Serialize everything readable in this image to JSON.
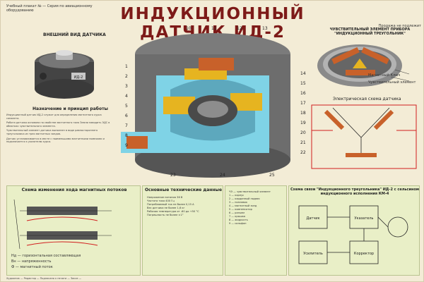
{
  "poster": {
    "title": "ИНДУКЦИОННЫЙ ДАТЧИК ИД-2",
    "header_note": "Учебный плакат № — Серия по авиационному оборудованию",
    "header_right": "Продажа не подлежит",
    "external_view_caption": "ВНЕШНИЙ ВИД ДАТЧИКА",
    "sensing_element_caption": "ЧУВСТВИТЕЛЬНЫЙ ЭЛЕМЕНТ ПРИБОРА \"ИНДУКЦИОННЫЙ ТРЕУГОЛЬНИК\"",
    "elec_diagram_caption": "Электрическая схема датчика",
    "purpose_caption": "Назначение и принцип работы",
    "magnetic_flux_caption": "Схема изменения хода магнитных потоков",
    "specs_caption": "Основные технические данные",
    "connection_caption": "Схема связи \"Индукционного треугольника\" ИД-2 с сельсином индукционного исполнения КМ-4",
    "sensing_labels": [
      "Магнитный Ключ",
      "Чувствительный элемент"
    ],
    "purpose_text": [
      "Индукционный датчик ИД-2 служит для определения магнитного курса самолета.",
      "Работа датчика основана на свойстве магнитного поля Земли наводить ЭДС в обмотках чувствительного элемента.",
      "Чувствительный элемент датчика выполнен в виде равностороннего треугольника из трех магнитных зондов.",
      "Датчик устанавливается в месте с наименьшими магнитными помехами и подключается к указателю курса."
    ],
    "specs_rows": [
      "Напряжение питания 36 В",
      "Частота тока 400 Гц",
      "Потребляемый ток не более 0,15 А",
      "Вес датчика не более 1,6 кг",
      "Рабочая температура от -60 до +50 °C",
      "Погрешность не более ±1°"
    ],
    "legend_items": [
      "ЧЭ — чувствительный элемент",
      "1 — корпус",
      "2 — карданный подвес",
      "3 — поплавок",
      "4 — магнитный зонд",
      "5 — компенсатор",
      "6 — разъем",
      "7 — крышка",
      "8 — жидкость",
      "9 — сильфон"
    ],
    "flux_labels": [
      "Нд — горизонтальная составляющая",
      "Вн — напряженность",
      "Ф — магнитный поток"
    ],
    "component_labels": [
      "Датчик",
      "Указатель",
      "Усилитель",
      "Корректор"
    ],
    "numbers_left": [
      "1",
      "2",
      "3",
      "4",
      "5",
      "6",
      "7",
      "8",
      "9"
    ],
    "numbers_right": [
      "10",
      "11",
      "12",
      "13",
      "14",
      "15",
      "16",
      "17",
      "18",
      "19",
      "20",
      "21",
      "22"
    ],
    "numbers_bottom": [
      "23",
      "24",
      "25"
    ],
    "device_label": "ИД-2",
    "footnote": "Художник — Редактор — Подписано к печати — Заказ —"
  },
  "colors": {
    "title_red": "#7d1a18",
    "background": "#f3ecd6",
    "panel_green": "#e9efc7",
    "coil_copper": "#c8612a",
    "body_gray": "#6d6d6d",
    "cutaway_cyan": "#7fd3e6",
    "gold": "#e6b420",
    "wire_red": "#d21e1e"
  }
}
